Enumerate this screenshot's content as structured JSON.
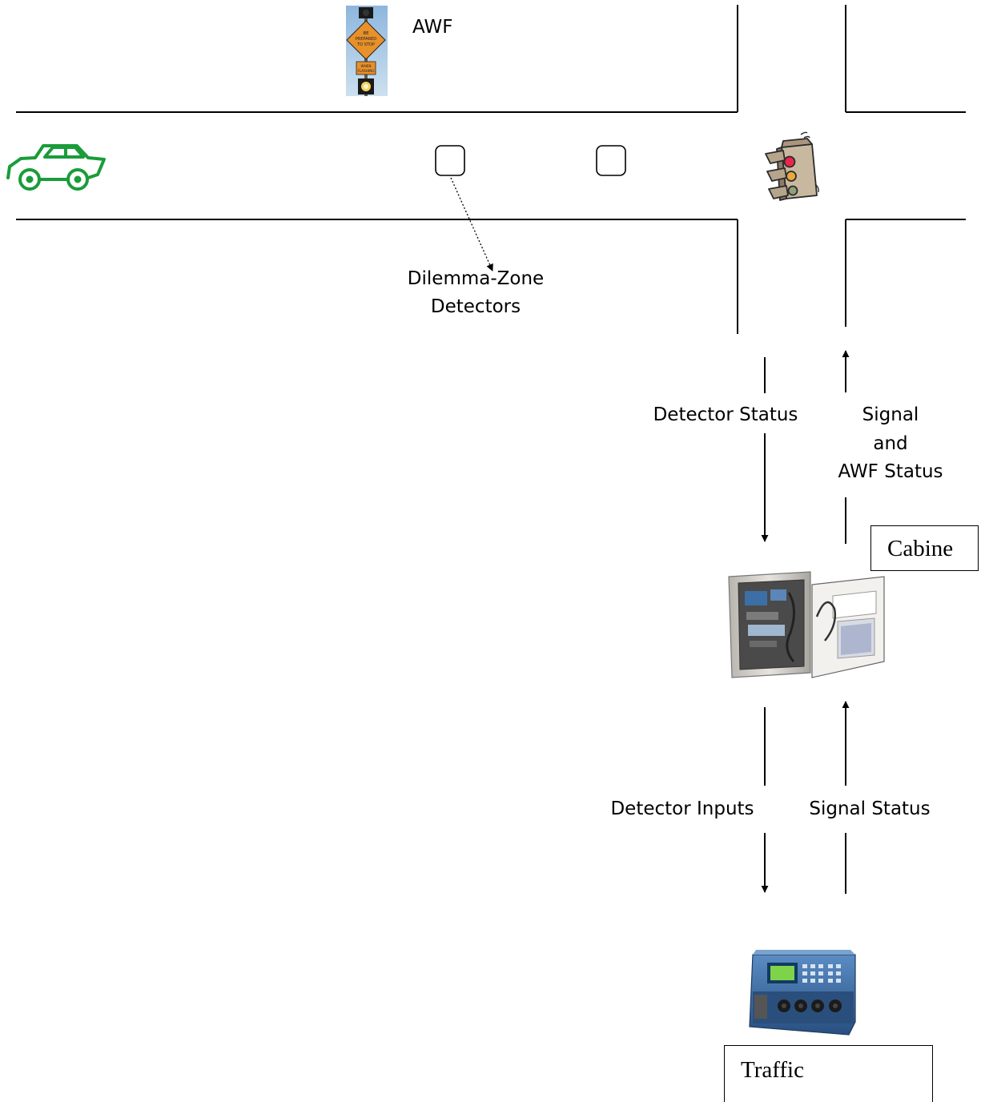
{
  "labels": {
    "awf": "AWF",
    "dilemma_zone": "Dilemma-Zone",
    "detectors": "Detectors",
    "detector_status": "Detector Status",
    "signal": "Signal",
    "and": "and",
    "awf_status": "AWF Status",
    "cabinet": "Cabine",
    "detector_inputs": "Detector Inputs",
    "signal_status": "Signal Status",
    "traffic": "Traffic"
  },
  "sign": {
    "line1": "BE",
    "line2": "PREPARED",
    "line3": "TO STOP",
    "plate1": "WHEN",
    "plate2": "FLASHING"
  },
  "colors": {
    "car": "#1a9c3a",
    "sign_orange": "#e8902a",
    "sky": "#9fc4e6",
    "signal_red": "#e8264a",
    "signal_amber": "#e8a93a",
    "controller_blue": "#3d6fa8",
    "screen_green": "#7fd34a"
  },
  "icons": [
    "car-icon",
    "awf-sign-icon",
    "traffic-signal-icon",
    "cabinet-icon",
    "traffic-controller-icon"
  ]
}
